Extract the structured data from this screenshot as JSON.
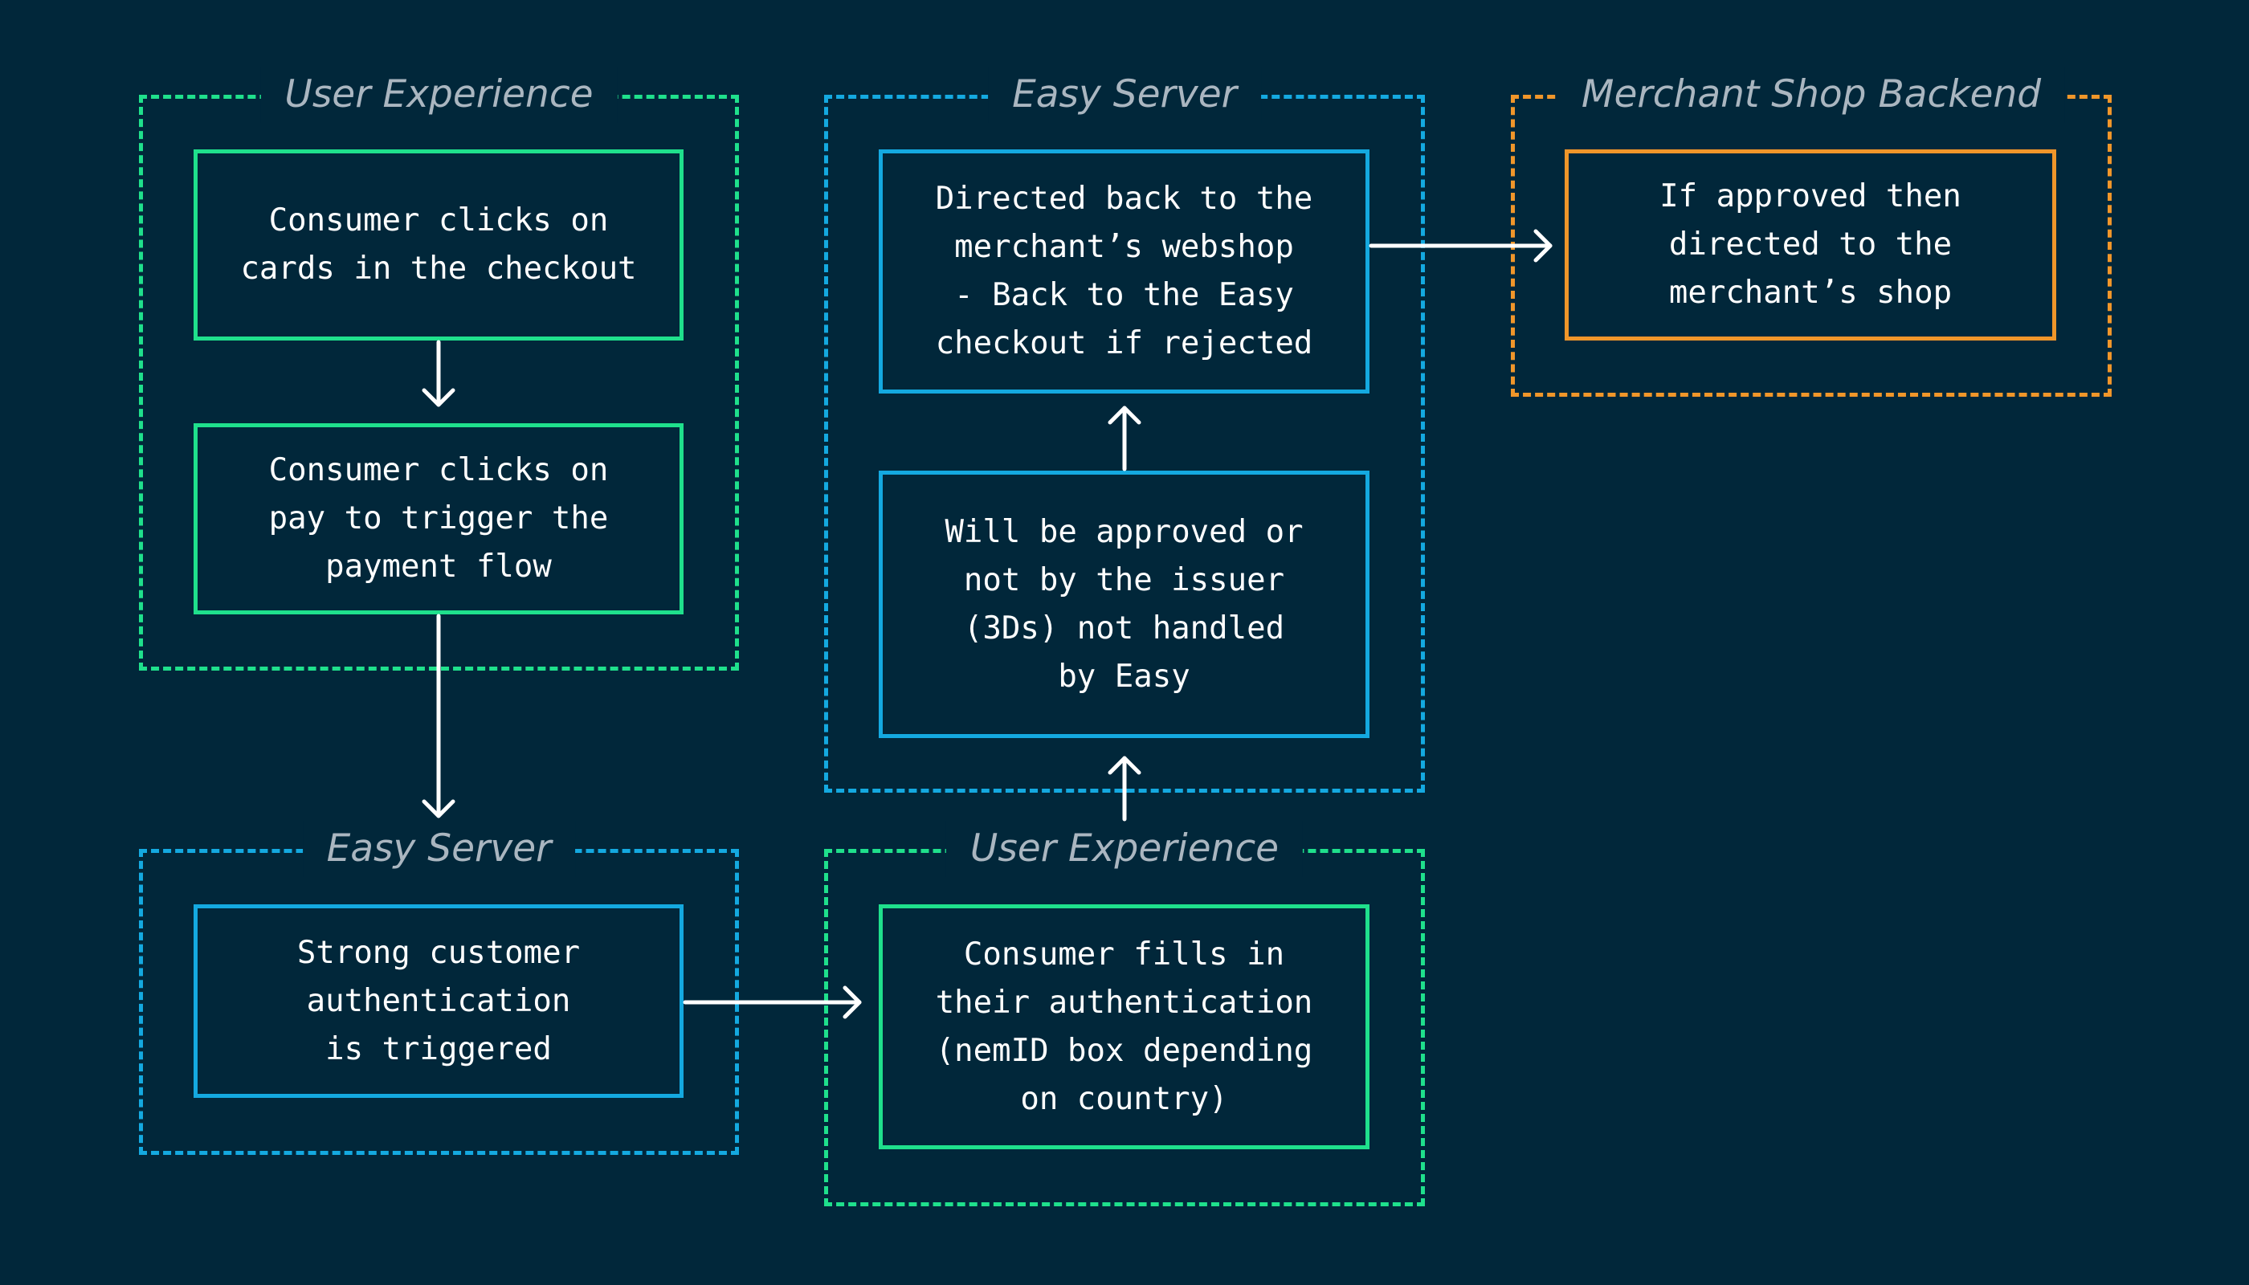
{
  "groups": {
    "ux_top": "User Experience",
    "easy_top": "Easy Server",
    "merchant": "Merchant Shop Backend",
    "easy_bottom": "Easy Server",
    "ux_bottom": "User Experience"
  },
  "boxes": {
    "clicks_cards": "Consumer clicks on\ncards in the checkout",
    "clicks_pay": "Consumer clicks on\npay to trigger the\npayment flow",
    "sca": "Strong customer\nauthentication\nis triggered",
    "fills_auth": "Consumer fills in\ntheir authentication\n(nemID box depending\non country)",
    "approved_issuer": "Will be approved or\nnot by the issuer\n(3Ds) not handled\nby Easy",
    "directed_back": "Directed back to the\nmerchant’s webshop\n- Back to the Easy\ncheckout if rejected",
    "if_approved": "If approved then\ndirected to the\nmerchant’s shop"
  },
  "colors": {
    "background": "#01273a",
    "user_experience": "#1fe08c",
    "easy_server": "#14a9e0",
    "merchant": "#f0962a",
    "text": "#ffffff",
    "group_title": "#aab6c0"
  }
}
